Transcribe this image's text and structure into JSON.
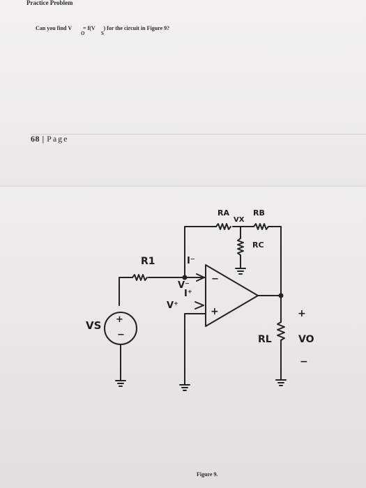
{
  "top_page": {
    "title": "Practice Problem",
    "question_part1": "Can you find V",
    "question_sub1": "O",
    "question_part2": "= f(V",
    "question_sub2": "S",
    "question_part3": ") for the circuit in Figure 9?",
    "page_number": "68",
    "page_separator": "|",
    "page_word": "Page"
  },
  "figure": {
    "labels": {
      "ra": "RA",
      "rb": "RB",
      "vx": "VX",
      "rc": "RC",
      "r1": "R1",
      "i_minus": "I⁻",
      "v_minus": "V⁻",
      "i_plus": "I⁺",
      "v_plus": "V⁺",
      "minus_input": "−",
      "plus_input": "+",
      "source_plus": "+",
      "source_minus": "−",
      "vs": "VS",
      "rl": "RL",
      "vo": "VO",
      "vo_plus": "+",
      "vo_minus": "−"
    },
    "caption": "Figure 9."
  }
}
